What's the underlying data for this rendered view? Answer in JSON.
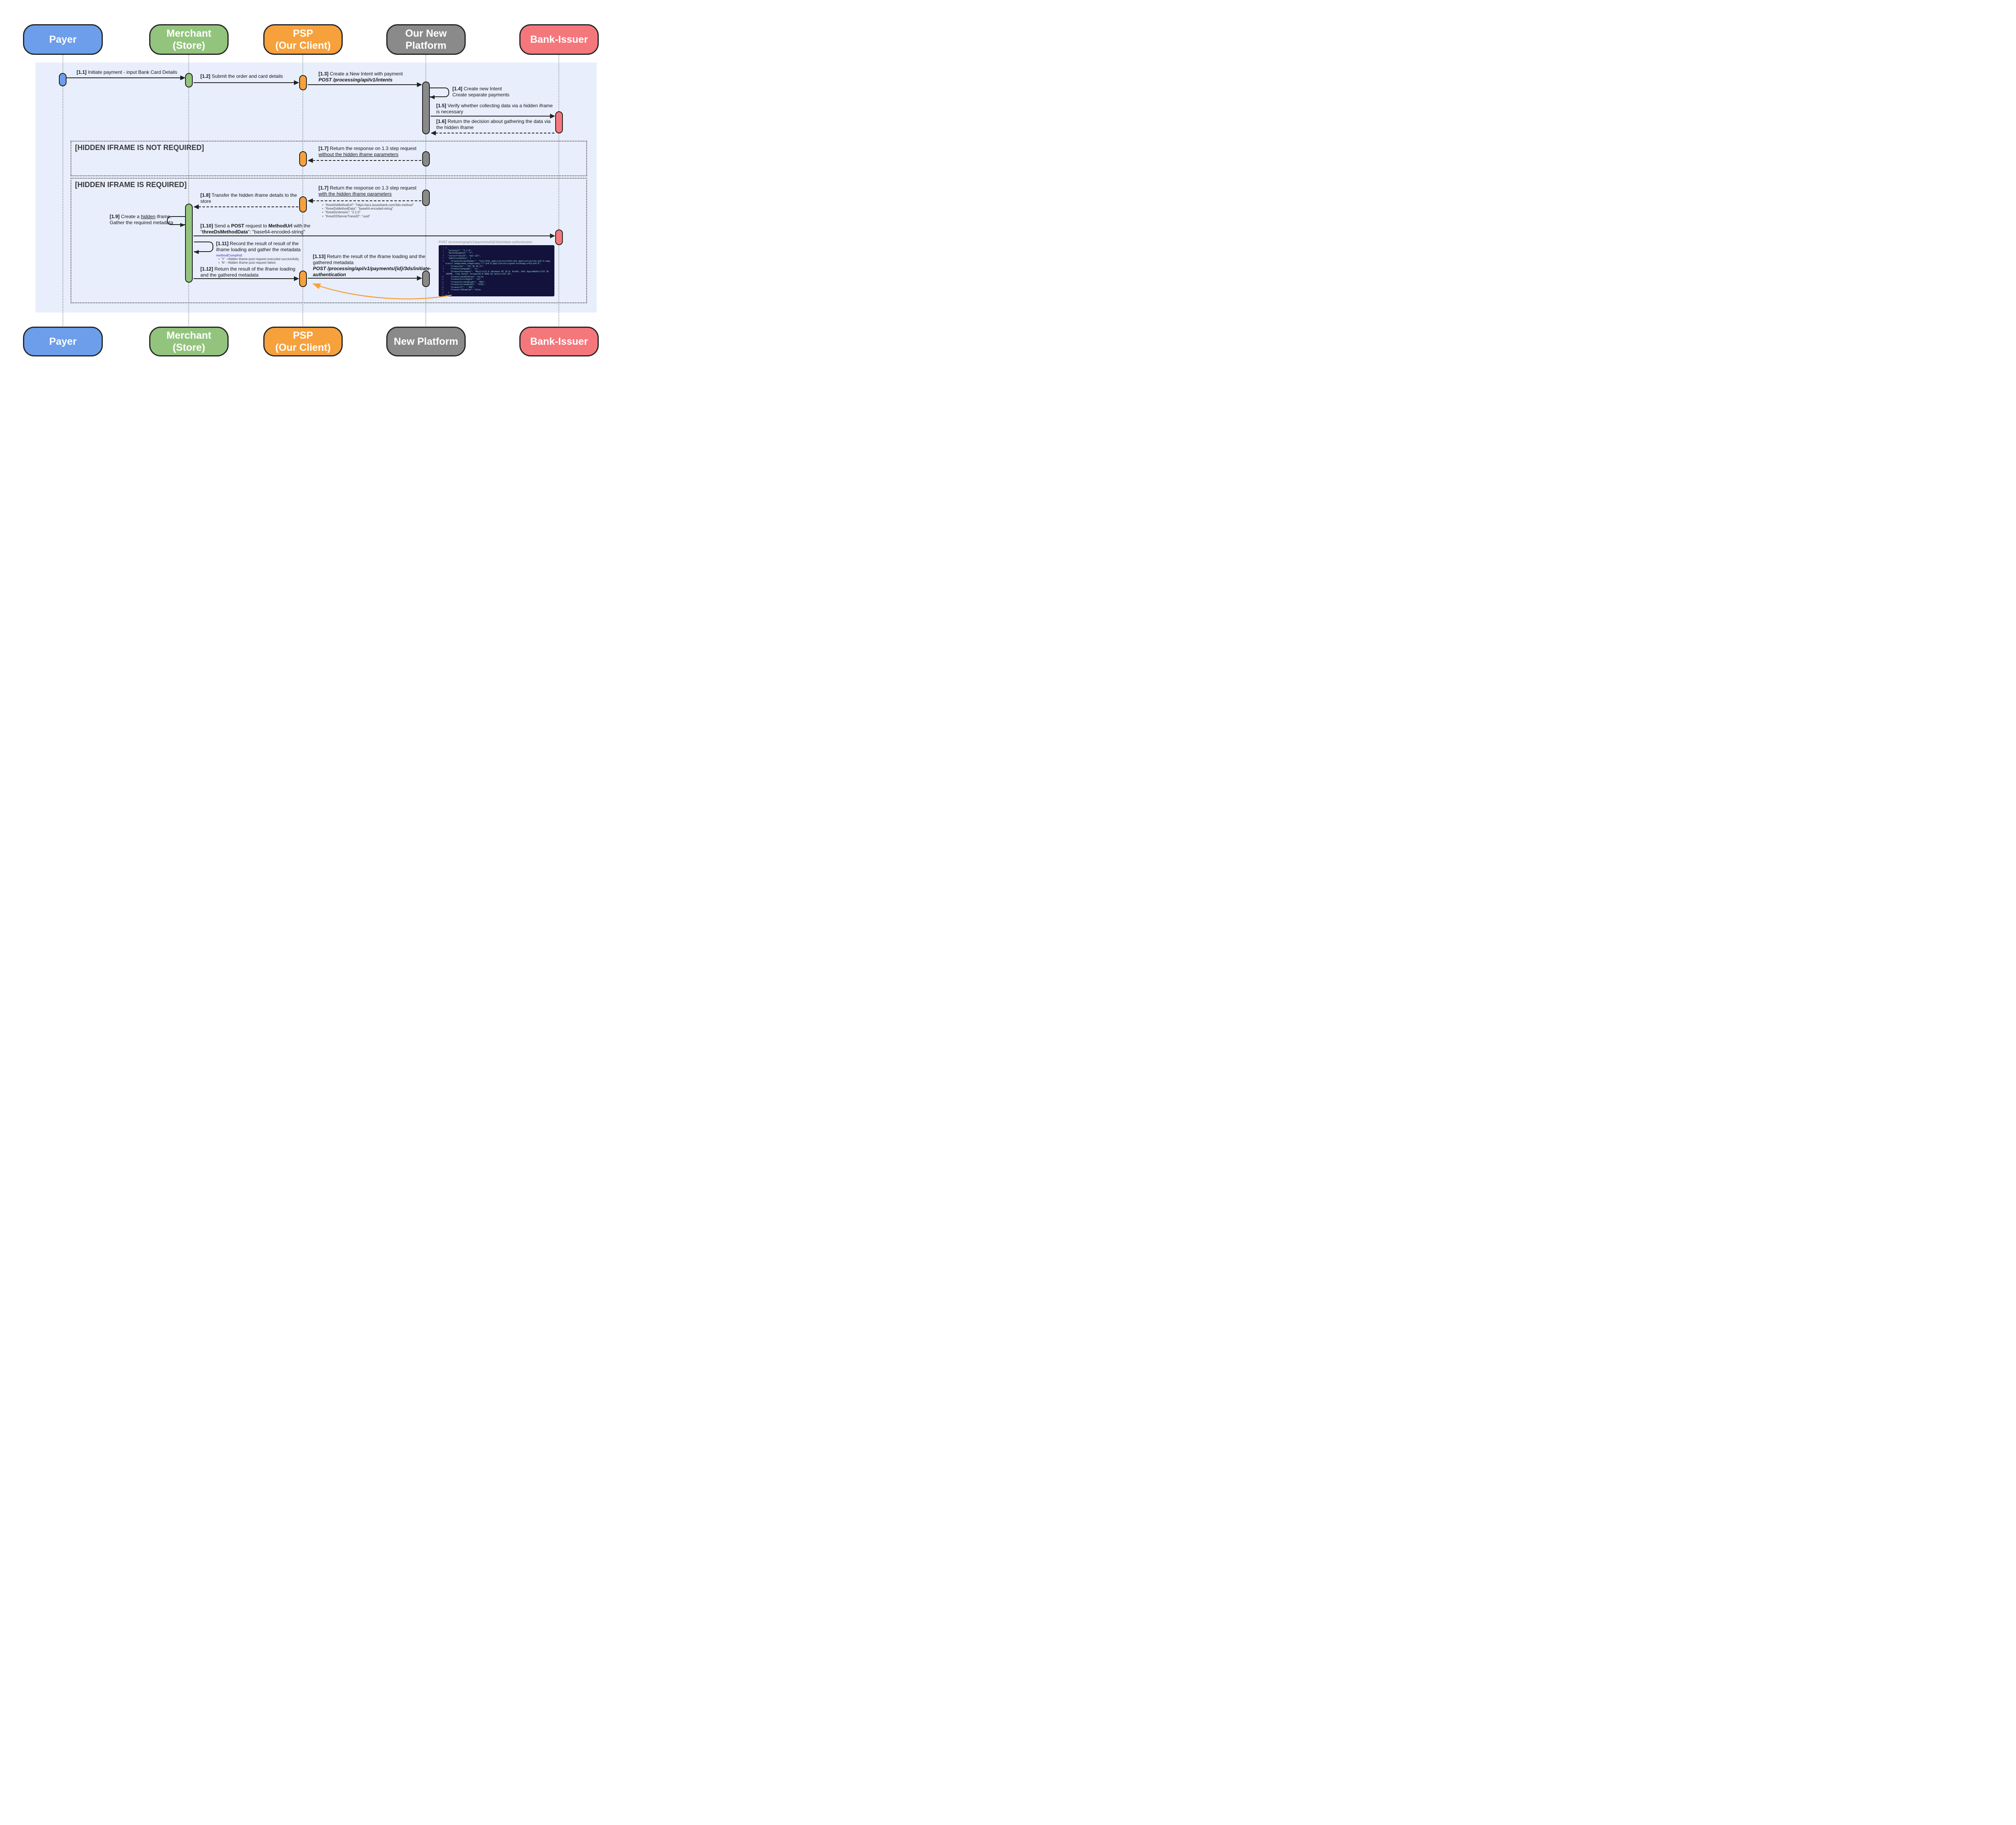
{
  "diagram": {
    "colors": {
      "payer": "#6d9eeb",
      "merchant": "#93c47d",
      "psp": "#f6a13c",
      "platform": "#8a8a8a",
      "bank": "#f4777c",
      "background_panel": "#e8eefb",
      "feedback_arrow": "#f6a13c",
      "code_background": "#12123d",
      "code_text": "#8fe0c8"
    },
    "actors_top": [
      {
        "line1": "Payer",
        "line2": ""
      },
      {
        "line1": "Merchant",
        "line2": "(Store)"
      },
      {
        "line1": "PSP",
        "line2": "(Our Client)"
      },
      {
        "line1": "Our New",
        "line2": "Platform"
      },
      {
        "line1": "Bank-Issuer",
        "line2": ""
      }
    ],
    "actors_bottom": [
      {
        "line1": "Payer",
        "line2": ""
      },
      {
        "line1": "Merchant",
        "line2": "(Store)"
      },
      {
        "line1": "PSP",
        "line2": "(Our Client)"
      },
      {
        "line1": "New Platform",
        "line2": ""
      },
      {
        "line1": "Bank-Issuer",
        "line2": ""
      }
    ],
    "fragment1_title": "[HIDDEN IFRAME IS NOT REQUIRED]",
    "fragment2_title": "[HIDDEN IFRAME IS REQUIRED]",
    "messages": {
      "m11": [
        [
          {
            "t": "[1.1]",
            "c": "b"
          },
          {
            "t": " Initiate payment - input Bank Card Details"
          }
        ]
      ],
      "m12": [
        [
          {
            "t": "[1.2]",
            "c": "b"
          },
          {
            "t": " Submit the order and card details"
          }
        ]
      ],
      "m13": [
        [
          {
            "t": "[1.3]",
            "c": "b"
          },
          {
            "t": " Create a New Intent with payment"
          }
        ],
        [
          {
            "t": "POST /processing/api/v1/intents",
            "c": "b i"
          }
        ]
      ],
      "m14": [
        [
          {
            "t": "[1.4]",
            "c": "b"
          },
          {
            "t": " Create new Intent"
          }
        ],
        [
          {
            "t": "Create separate payments"
          }
        ]
      ],
      "m15": [
        [
          {
            "t": "[1.5]",
            "c": "b"
          },
          {
            "t": " Verify whether collecting data via a hidden iframe"
          }
        ],
        [
          {
            "t": "is necessary"
          }
        ]
      ],
      "m16": [
        [
          {
            "t": "[1.6]",
            "c": "b"
          },
          {
            "t": " Return the decision about gathering the data via"
          }
        ],
        [
          {
            "t": "the hidden iframe"
          }
        ]
      ],
      "m17a": [
        [
          {
            "t": "[1.7]",
            "c": "b"
          },
          {
            "t": " Return the response on 1.3 step request"
          }
        ],
        [
          {
            "t": "without the hidden iframe parameters",
            "c": "u"
          }
        ]
      ],
      "m17b": [
        [
          {
            "t": "[1.7]",
            "c": "b"
          },
          {
            "t": " Return the response on 1.3 step request"
          }
        ],
        [
          {
            "t": "with the hidden iframe parameters",
            "c": "u"
          }
        ]
      ],
      "m18": [
        [
          {
            "t": "[1.8]",
            "c": "b"
          },
          {
            "t": " Transfer the hidden iframe details to the"
          }
        ],
        [
          {
            "t": "store"
          }
        ]
      ],
      "m19": [
        [
          {
            "t": "[1.9]",
            "c": "b"
          },
          {
            "t": " Create a "
          },
          {
            "t": "hidden",
            "c": "u"
          },
          {
            "t": " iframe."
          }
        ],
        [
          {
            "t": "Gather the required metadata"
          }
        ]
      ],
      "m110": [
        [
          {
            "t": "[1.10]",
            "c": "b"
          },
          {
            "t": " Send a "
          },
          {
            "t": "POST",
            "c": "b"
          },
          {
            "t": " request to "
          },
          {
            "t": "MethodUrl",
            "c": "b"
          },
          {
            "t": " with the"
          }
        ],
        [
          {
            "t": "\""
          },
          {
            "t": "threeDsMethodData",
            "c": "b"
          },
          {
            "t": "\": \"base64-encoded-string\""
          }
        ]
      ],
      "m111": [
        [
          {
            "t": "[1.11]",
            "c": "b"
          },
          {
            "t": " Record the result of result of the"
          }
        ],
        [
          {
            "t": "iframe loading and gather the metadata"
          }
        ]
      ],
      "m112": [
        [
          {
            "t": "[1.12]",
            "c": "b"
          },
          {
            "t": " Return the result of the iframe loading"
          }
        ],
        [
          {
            "t": "and the gathered metadata"
          }
        ]
      ],
      "m113": [
        [
          {
            "t": "[1.13]",
            "c": "b"
          },
          {
            "t": " Return the result of the iframe loading and the"
          }
        ],
        [
          {
            "t": "gathered metadata"
          }
        ],
        [
          {
            "t": "POST /processing/api/v1/payments/{id}/3ds/initiate-",
            "c": "b i"
          }
        ],
        [
          {
            "t": "authentication",
            "c": "b i"
          }
        ]
      ]
    },
    "iframe_params": [
      "\"threeDsMethodUrl\": \"https://acs.issuerbank.com/3ds-method\"",
      "\"threeDsMethodData\": \"base64-encoded-string\"",
      "\"threeDsVersion\": \"2.1.0\"",
      "\"threeDSServerTransID\": \"uuid\""
    ],
    "method_comp_head": "methodCompInd:",
    "method_comp_items": [
      "'Y' - Hidden iframe post request executed successfully;",
      "'N' - Hidden iframe post request failed;"
    ],
    "code": {
      "title": "POST /processing/api/v1/payments/{id}/3ds/initiate-authentication",
      "lines": [
        "{",
        "  \"protocol\": \"2.1.0\",",
        "  \"methodCompInd\": \"Y\",",
        "  \"serverTransId\": \"adz-123\",",
        "  \"additionalData\": {",
        "    \"browserAcceptHeader\": \"text/html,application/xhtml+xml,application/xml;q=0.9,image/avif,image/webp,image/apng,*/*;q=0.8,application/signed-exchange;v=b3;q=0.9\",",
        "    \"browserIp\": \"147.30.44.72\",",
        "    \"browserLanguage\": \"ru\",",
        "    \"browserUserAgent\": \"Mozilla/5.0 (Windows NT 10.0; Win64; x64) AppleWebKit/537.36 (KHTML, like Gecko) Chrome/94.0.4606.81 Safari/537.36\",",
        "    \"browserJavaEnabled\": false,",
        "    \"browserColorDepth\": \"24\",",
        "    \"browserScreenHeight\": \"864\",",
        "    \"browserScreenWidth\": \"1536\",",
        "    \"browserTZ\": \"-360\",",
        "    \"browserJsEnabled\": false",
        "  }",
        "}"
      ]
    }
  }
}
